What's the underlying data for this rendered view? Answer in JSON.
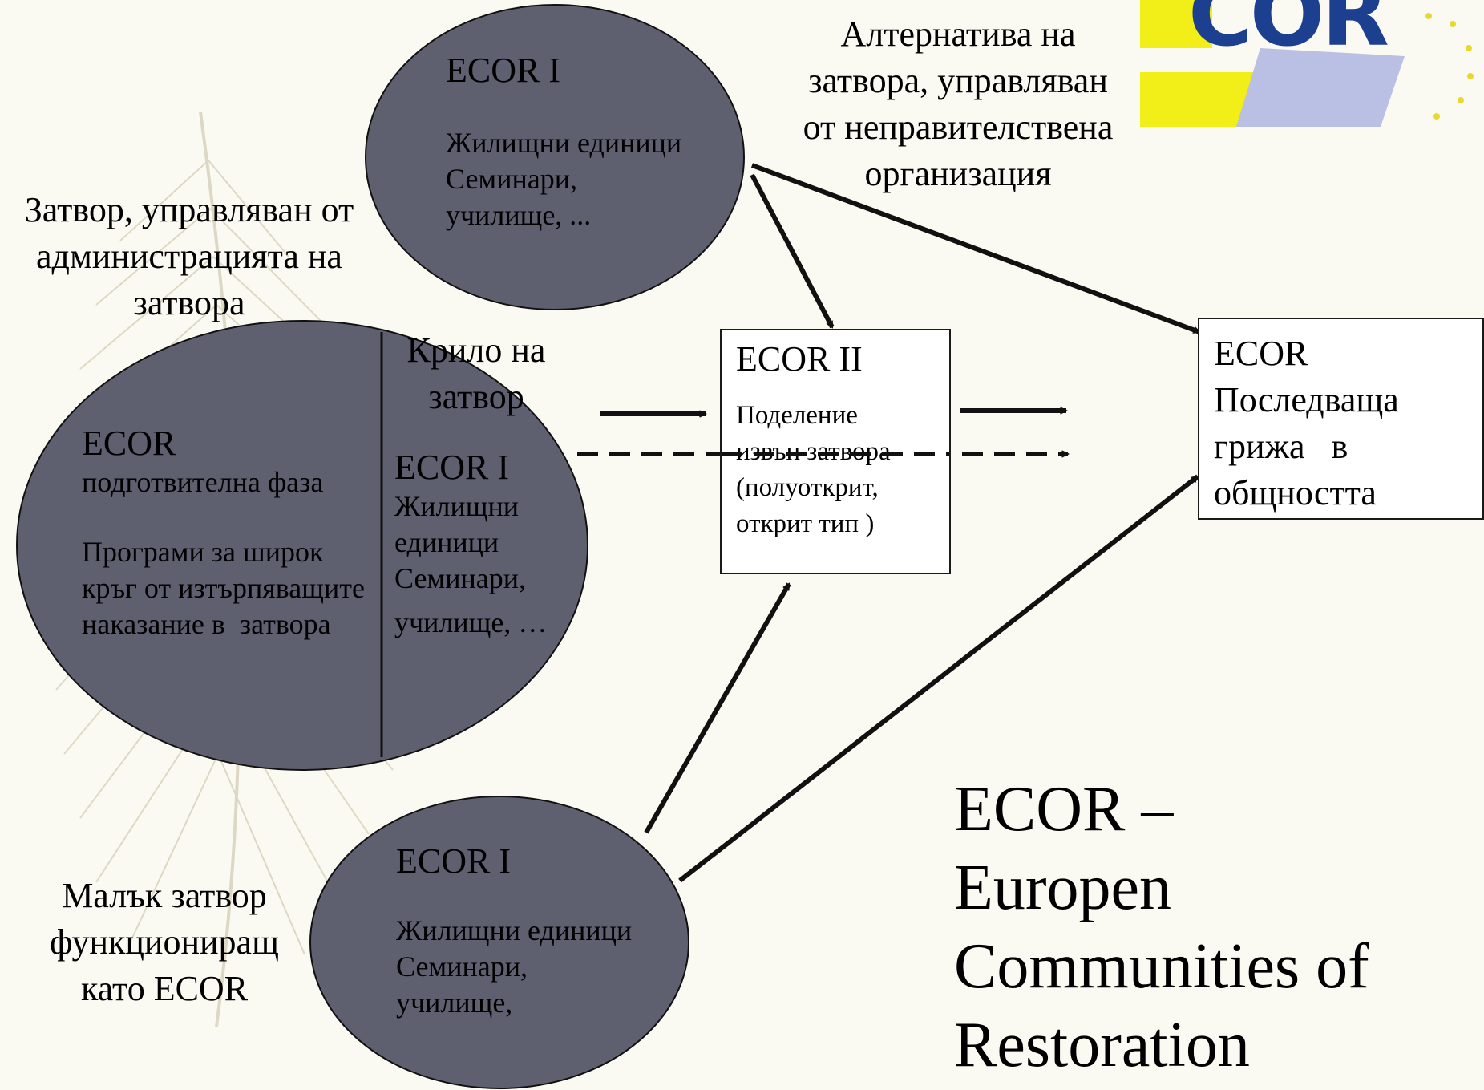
{
  "colors": {
    "ellipse_fill": "#5e6070",
    "ellipse_stroke": "#111111",
    "background": "#fbfaf2",
    "feather": "#d8d3bc",
    "logo_yellow": "#f2ee18",
    "logo_blue": "#1d3f8f",
    "logo_lavender": "#b9c0e4"
  },
  "labels": {
    "alternative": [
      "Алтернатива на",
      "затвора, управляван",
      "от неправителствена",
      "организация"
    ],
    "prison_admin": [
      "Затвор, управляван от",
      "администрацията на",
      "затвора"
    ],
    "prison_wing": [
      "Крило на",
      "затвор"
    ],
    "small_prison": [
      "Малък затвор",
      "функциониращ",
      "като ECOR"
    ]
  },
  "ellipse_top": {
    "title": "ECOR  I",
    "lines": [
      "Жилищни единици",
      "Семинари,",
      "училище, ..."
    ]
  },
  "ellipse_left": {
    "left_part": {
      "title": "ECOR",
      "subtitle": "подготвителна фаза",
      "lines": [
        "Програми за широк",
        "кръг от изтърпяващите",
        "наказание в  затвора"
      ]
    },
    "right_part": {
      "title": "ECOR  I",
      "lines": [
        "Жилищни",
        "единици",
        "Семинари,",
        "училище, …"
      ]
    }
  },
  "ellipse_bottom": {
    "title": "ECOR  I",
    "lines": [
      "Жилищни единици",
      "Семинари,",
      "училище,"
    ]
  },
  "box_ecor2": {
    "title": "ECOR II",
    "lines": [
      "Поделение",
      "извън затвора",
      "(полуоткрит,",
      "открит тип )"
    ]
  },
  "box_aftercare": {
    "lines": [
      "ECOR",
      "Последваща",
      "грижа   в",
      "общността"
    ]
  },
  "title_block": [
    "ECOR –",
    "Europen",
    "Communities of",
    "Restoration"
  ],
  "logo": {
    "text": "COR"
  }
}
